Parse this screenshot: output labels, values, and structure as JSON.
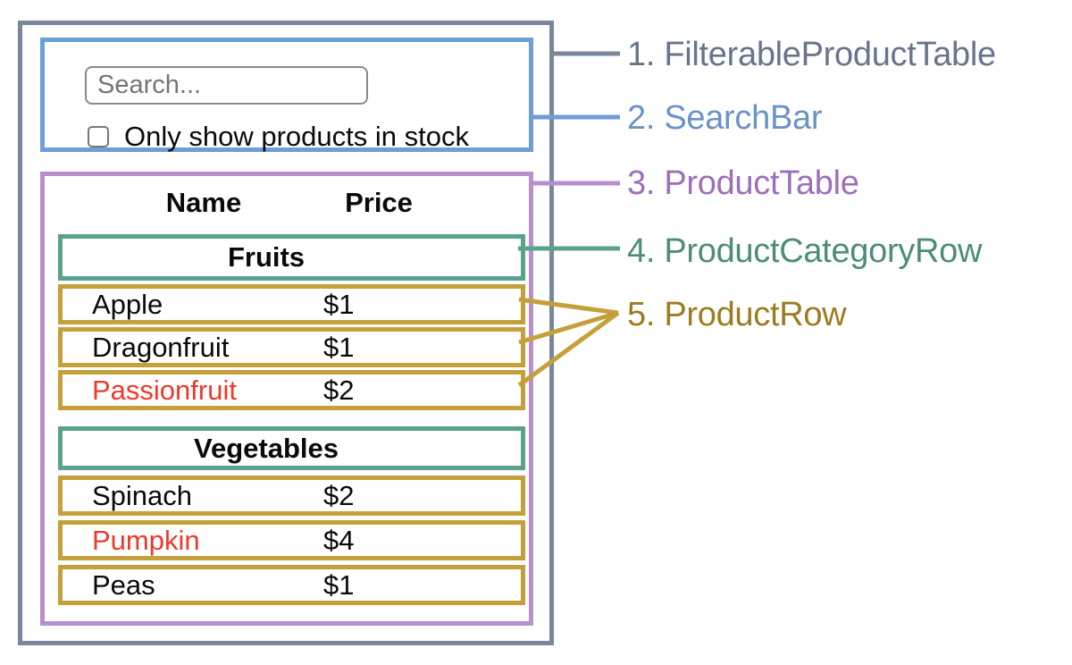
{
  "app": {
    "search_bar": {
      "input_placeholder": "Search...",
      "checkbox_label": "Only show products in stock",
      "checkbox_checked": false
    },
    "product_table": {
      "headers": {
        "name": "Name",
        "price": "Price"
      },
      "sections": [
        {
          "category": "Fruits",
          "rows": [
            {
              "name": "Apple",
              "price": "$1",
              "red": false
            },
            {
              "name": "Dragonfruit",
              "price": "$1",
              "red": false
            },
            {
              "name": "Passionfruit",
              "price": "$2",
              "red": true
            }
          ]
        },
        {
          "category": "Vegetables",
          "rows": [
            {
              "name": "Spinach",
              "price": "$2",
              "red": false
            },
            {
              "name": "Pumpkin",
              "price": "$4",
              "red": true
            },
            {
              "name": "Peas",
              "price": "$1",
              "red": false
            }
          ]
        }
      ]
    }
  },
  "legend": {
    "items": [
      {
        "text": "1. FilterableProductTable"
      },
      {
        "text": "2. SearchBar"
      },
      {
        "text": "3. ProductTable"
      },
      {
        "text": "4. ProductCategoryRow"
      },
      {
        "text": "5. ProductRow"
      }
    ]
  },
  "colors": {
    "frame-gray": "#7a869a",
    "label-gray": "#67748b",
    "blue-border": "#6d9ed6",
    "blue-text": "#6b93c6",
    "purple-border": "#b78fcd",
    "purple-text": "#9b70b8",
    "teal-border": "#5ba28d",
    "teal-text": "#4d8d77",
    "gold-border": "#c5a03a",
    "gold-text": "#9c7c22",
    "red-text": "#ee392b",
    "input-gray": "#8a8a8a",
    "placeholder-gray": "#757575",
    "text-black": "#0a0a0a"
  }
}
